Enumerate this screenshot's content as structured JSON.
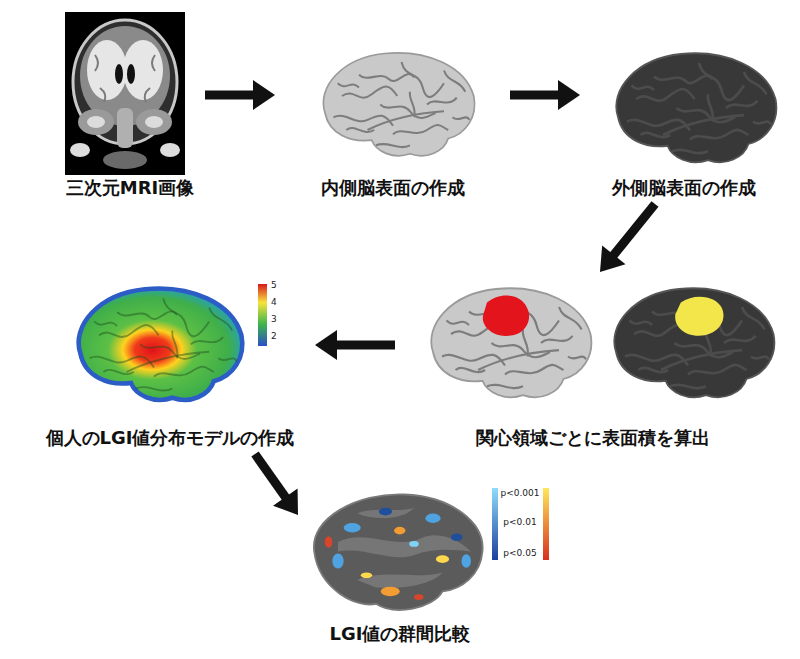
{
  "diagram": {
    "nodes": [
      {
        "text": [
          "三次元MRI画像"
        ]
      },
      {
        "text": [
          "内側脳表面の作成"
        ]
      },
      {
        "text": [
          "外側脳表面の作成"
        ]
      },
      {
        "text": [
          "関心領域ごとに表面積を算出"
        ]
      },
      {
        "text": [
          "個人のLGI値分布モデルの作成"
        ]
      },
      {
        "text": [
          "LGI値の群間比較"
        ]
      }
    ],
    "edges": [
      {
        "from": 0,
        "to": 1,
        "arrow": "to"
      },
      {
        "from": 1,
        "to": 2,
        "arrow": "to"
      },
      {
        "from": 2,
        "to": 3,
        "arrow": "to"
      },
      {
        "from": 3,
        "to": 4,
        "arrow": "to"
      },
      {
        "from": 4,
        "to": 5,
        "arrow": "to"
      }
    ],
    "labels": [
      "5",
      "4",
      "3",
      "2",
      "p<0.001",
      "p<0.01",
      "p<0.05"
    ]
  }
}
